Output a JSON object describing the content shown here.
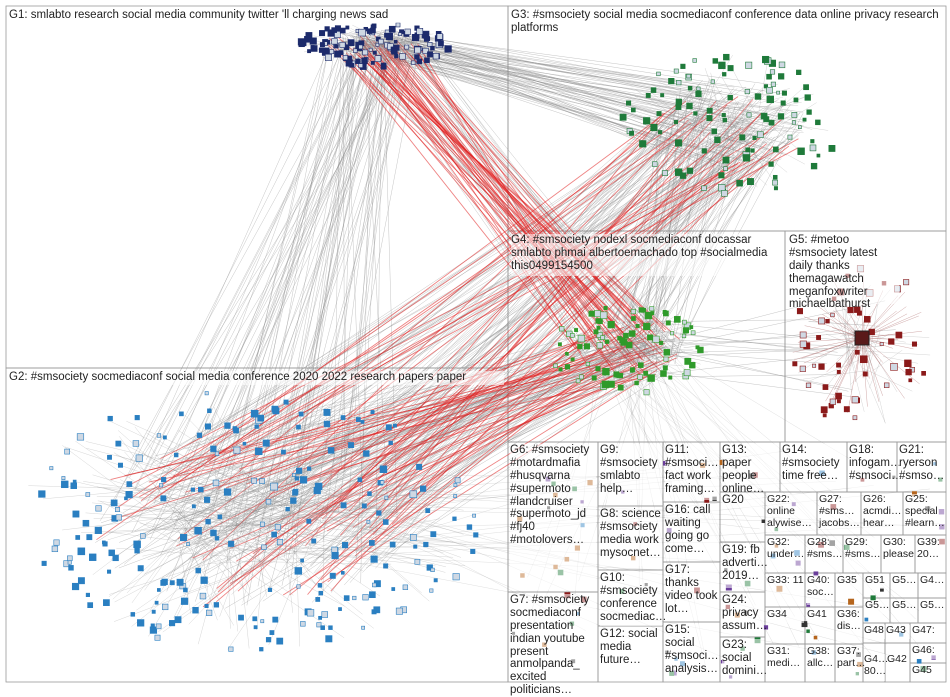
{
  "groups": {
    "g1": "G1: smlabto research social media community twitter 'll charging news sad",
    "g3": "G3: #smsociety social media socmediaconf conference data online privacy research platforms",
    "g4": "G4: #smsociety nodexl socmediaconf docassar smlabto phmai albertoemachado top #socialmedia this0499154500",
    "g5": "G5: #metoo #smsociety latest daily thanks themagawatch meganfoxwriter michaelbathurst",
    "g2": "G2: #smsociety socmediaconf social media conference 2020 2022 research papers paper",
    "g6": "G6: #smsociety #motardmafia #husqvarna #supermoto #landcruiser #supermoto_jd #fj40 #motolovers…",
    "g7": "G7: #smsociety socmediaconf presentation indian youtube present anmolpanda_ excited politicians…",
    "g8": "G8: science #smsociety media work mysocnet…",
    "g9": "G9: #smsociety smlabto help…",
    "g10": "G10: #smsociety conference socmediac…",
    "g11": "G11: #smsoci… fact work framing…",
    "g12": "G12: social media future…",
    "g13": "G13: paper people online…",
    "g14": "G14: #smsociety time free…",
    "g15": "G15: social #smsoci… analysis…",
    "g16": "G16: call waiting going go come…",
    "g17": "G17: thanks video took lot…",
    "g18": "G18: infogam… #smsoci…",
    "g19": "G19: fb adverti… 2019…",
    "g20": "G20",
    "g21": "G21: ryerson #smso…",
    "g22": "G22: online alywise…",
    "g23": "G23: social domini…",
    "g24": "G24: privacy assum…",
    "g25": "G25: special #learn…",
    "g26": "G26: acmdi… hear…",
    "g27": "G27: #sms… jacobs…",
    "g28": "G28: #sms…",
    "g29": "G29: #sms…",
    "g30": "G30: please",
    "g31": "G31: medi…",
    "g32": "G32: under…",
    "g33": "G33: 11",
    "g34": "G34",
    "g35": "G35",
    "g36": "G36: dis…",
    "g37": "G37: part…",
    "g38": "G38: allc…",
    "g39": "G39: 20…",
    "g40": "G40: soc…",
    "g41": "G41",
    "g42": "G42",
    "g43": "G43",
    "g44": "G4…",
    "g45": "G45",
    "g46": "G46:",
    "g47": "G47:",
    "g48": "G48",
    "g49": "G4… 80…",
    "g51": "G51",
    "g5x1": "G5…",
    "g5x2": "G5…",
    "g5x3": "G5…",
    "g5x4": "G5…"
  },
  "colors": {
    "g1": "#1c2a6b",
    "g2": "#2a7fc1",
    "g3": "#1f7a3a",
    "g4": "#2f9a2a",
    "g5": "#8b1a1a",
    "edge": "#8c8c8c",
    "edge_red": "#e01e1e",
    "box": "#9a9a9a"
  }
}
